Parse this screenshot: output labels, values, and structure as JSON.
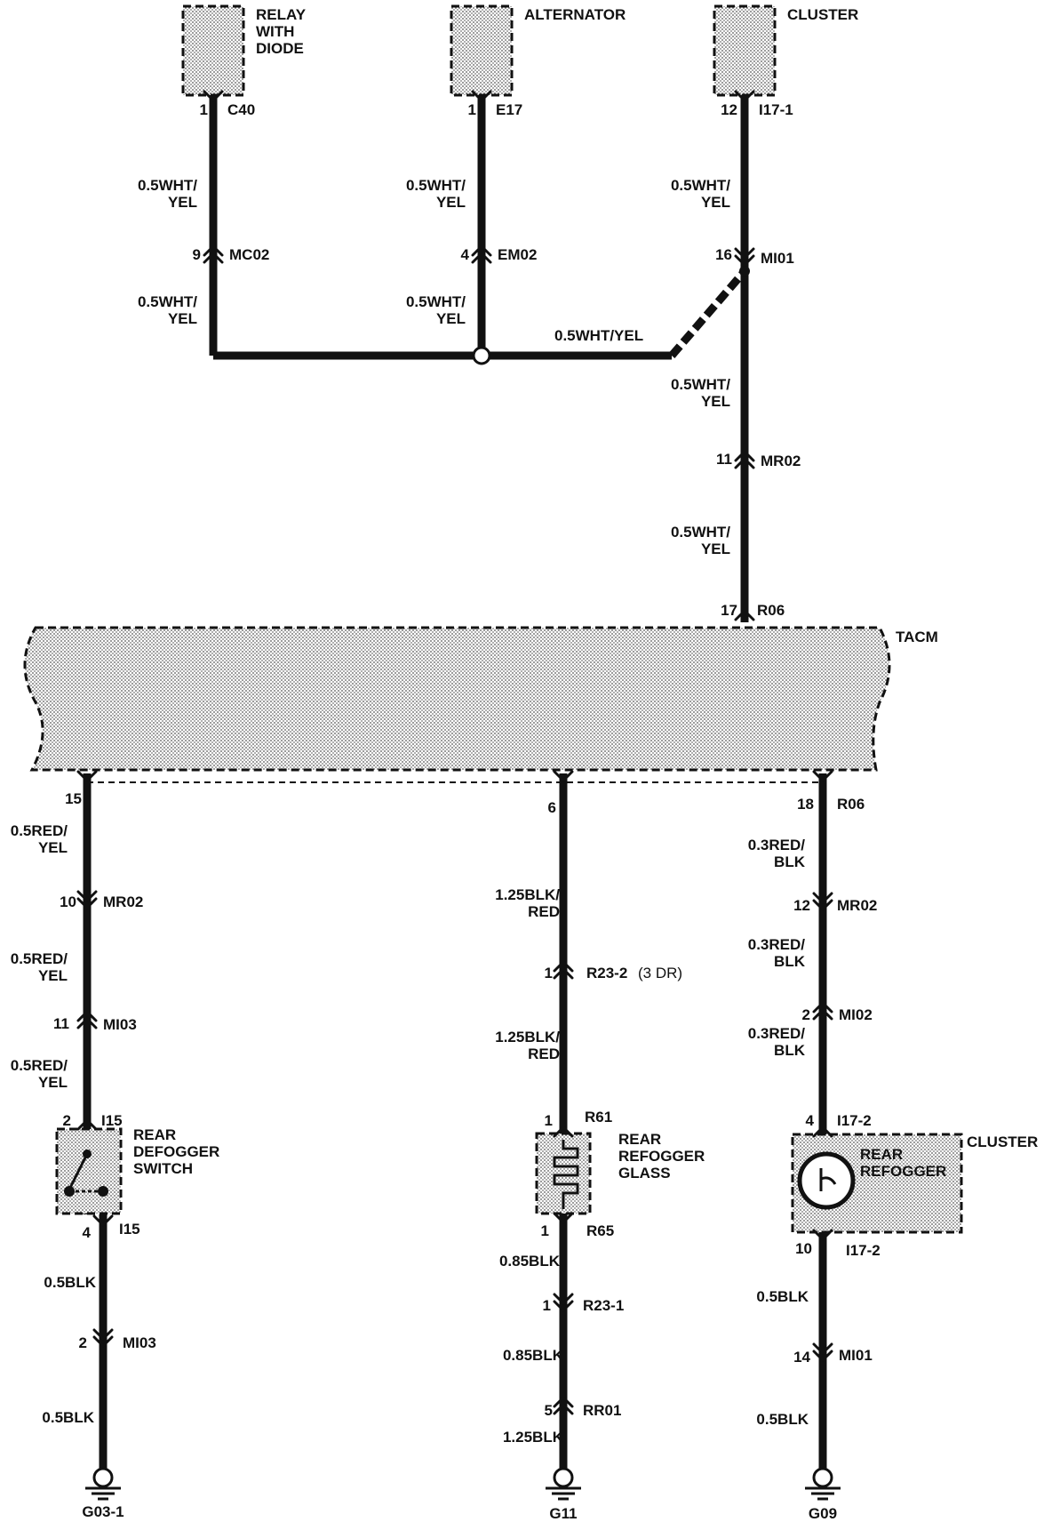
{
  "components": {
    "relay": "RELAY\nWITH\nDIODE",
    "alternator": "ALTERNATOR",
    "cluster_top": "CLUSTER",
    "tacm": "TACM",
    "rear_defogger_switch": "REAR\nDEFOGGER\nSWITCH",
    "rear_refogger_glass": "REAR\nREFOGGER\nGLASS",
    "cluster_bottom": "CLUSTER",
    "rear_refogger_indicator": "REAR\nREFOGGER"
  },
  "wires": {
    "w1": "0.5WHT/\nYEL",
    "w2": "0.5WHT/\nYEL",
    "w3": "0.5WHT/\nYEL",
    "w4": "0.5WHT/\nYEL",
    "w5": "0.5WHT/\nYEL",
    "w6": "0.5WHT/YEL",
    "w7": "0.5WHT/\nYEL",
    "w8": "0.5WHT/\nYEL",
    "w9": "0.5RED/\nYEL",
    "w10": "0.5RED/\nYEL",
    "w11": "0.5RED/\nYEL",
    "w12": "0.5BLK",
    "w13": "0.5BLK",
    "w14": "1.25BLK/\nRED",
    "w15": "1.25BLK/\nRED",
    "w16": "0.85BLK",
    "w17": "0.85BLK",
    "w18": "1.25BLK",
    "w19": "0.3RED/\nBLK",
    "w20": "0.3RED/\nBLK",
    "w21": "0.3RED/\nBLK",
    "w22": "0.5BLK",
    "w23": "0.5BLK"
  },
  "connectors": {
    "c40": {
      "pin": "1",
      "name": "C40"
    },
    "e17": {
      "pin": "1",
      "name": "E17"
    },
    "i17_1": {
      "pin": "12",
      "name": "I17-1"
    },
    "mc02": {
      "pin": "9",
      "name": "MC02"
    },
    "em02": {
      "pin": "4",
      "name": "EM02"
    },
    "mi01_top": {
      "pin": "16",
      "name": "MI01"
    },
    "mr02_top": {
      "pin": "11",
      "name": "MR02"
    },
    "r06_top": {
      "pin": "17",
      "name": "R06"
    },
    "p15": {
      "pin": "15",
      "name": ""
    },
    "p6": {
      "pin": "6",
      "name": ""
    },
    "r06_b": {
      "pin": "18",
      "name": "R06"
    },
    "mr02_l": {
      "pin": "10",
      "name": "MR02"
    },
    "mi03_l": {
      "pin": "11",
      "name": "MI03"
    },
    "i15_a": {
      "pin": "2",
      "name": "I15"
    },
    "i15_b": {
      "pin": "4",
      "name": "I15"
    },
    "mi03_b": {
      "pin": "2",
      "name": "MI03"
    },
    "r23_2": {
      "pin": "1",
      "name": "R23-2",
      "note": "(3 DR)"
    },
    "r61": {
      "pin": "1",
      "name": "R61"
    },
    "r65": {
      "pin": "1",
      "name": "R65"
    },
    "r23_1": {
      "pin": "1",
      "name": "R23-1"
    },
    "rr01": {
      "pin": "5",
      "name": "RR01"
    },
    "mr02_r": {
      "pin": "12",
      "name": "MR02"
    },
    "mi02": {
      "pin": "2",
      "name": "MI02"
    },
    "i17_2a": {
      "pin": "4",
      "name": "I17-2"
    },
    "i17_2b": {
      "pin": "10",
      "name": "I17-2"
    },
    "mi01_b": {
      "pin": "14",
      "name": "MI01"
    }
  },
  "grounds": {
    "g03_1": "G03-1",
    "g11": "G11",
    "g09": "G09"
  }
}
